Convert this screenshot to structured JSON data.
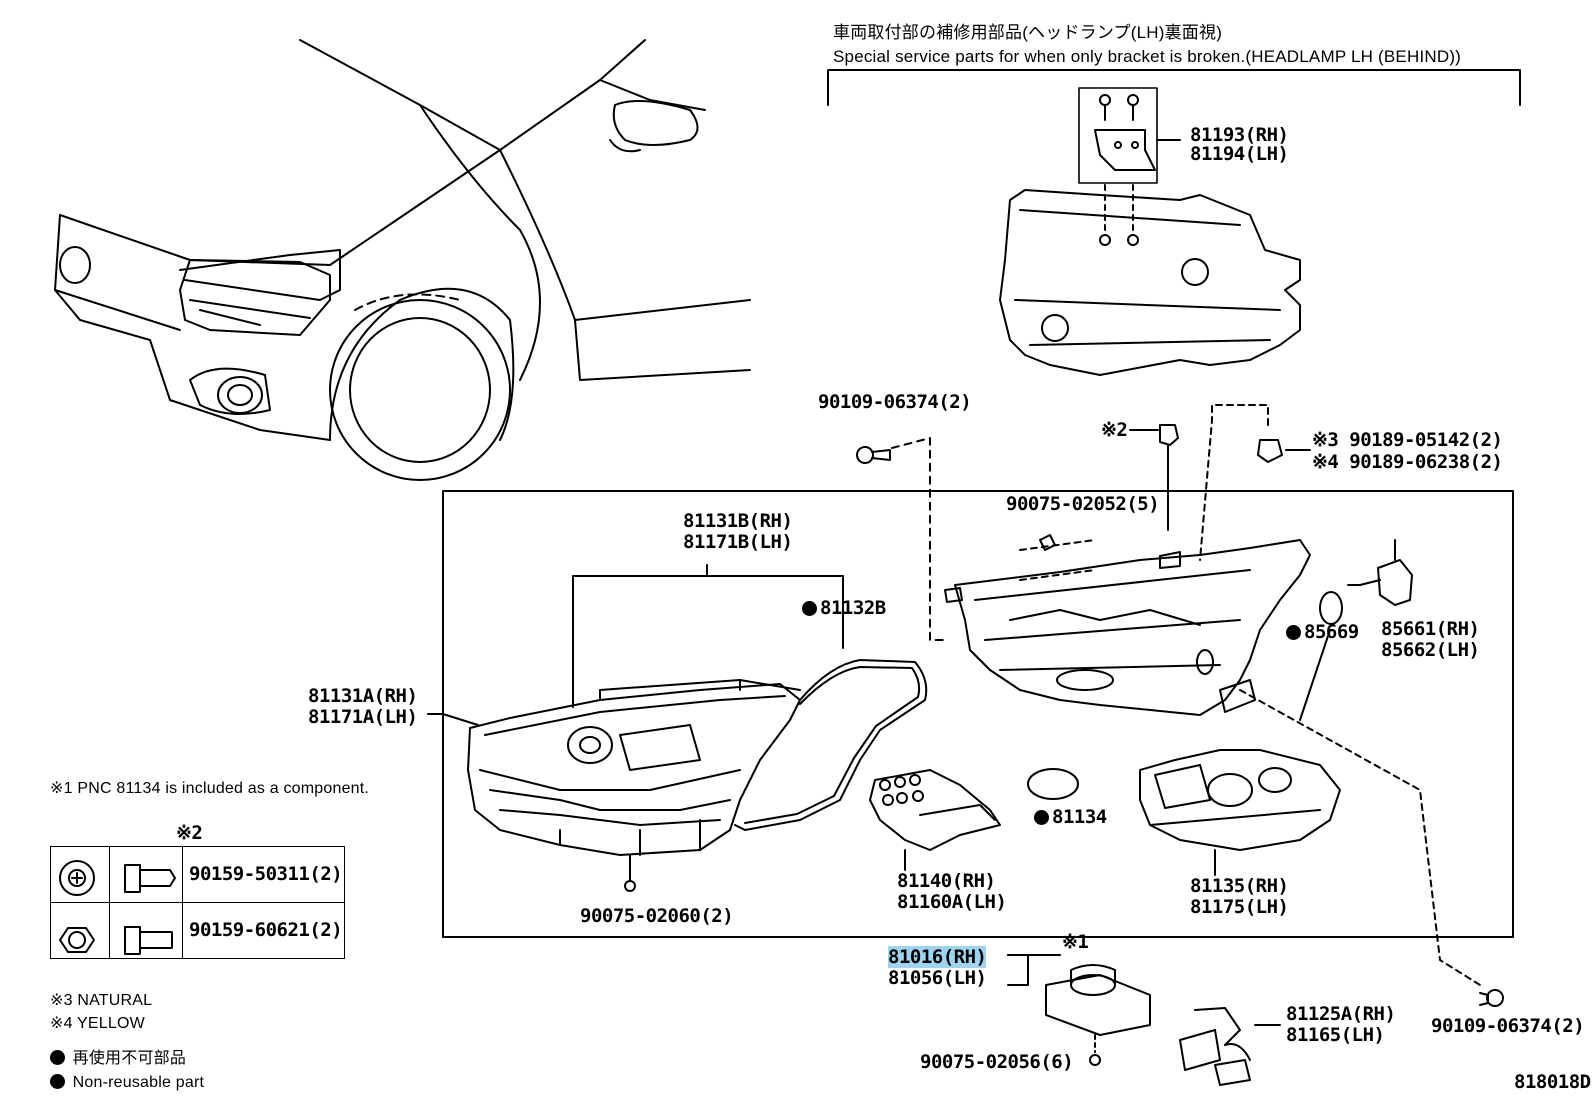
{
  "header": {
    "jp": "車両取付部の補修用部品(ヘッドランプ(LH)裏面視)",
    "en": "Special service parts for when only bracket is broken.(HEADLAMP LH (BEHIND))"
  },
  "labels": {
    "p81193": "81193(RH)",
    "p81194": "81194(LH)",
    "p90109a": "90109-06374(2)",
    "mark2": "※2",
    "p90189a": "※3 90189-05142(2)",
    "p90189b": "※4 90189-06238(2)",
    "p81131b_rh": "81131B(RH)",
    "p81171b_lh": "81171B(LH)",
    "p90075_02052": "90075-02052(5)",
    "p81132b": "81132B",
    "p85669": "85669",
    "p85661": "85661(RH)",
    "p85662": "85662(LH)",
    "p81131a_rh": "81131A(RH)",
    "p81171a_lh": "81171A(LH)",
    "note1": "※1 PNC 81134 is included as a component.",
    "p81134": "81134",
    "p81140": "81140(RH)",
    "p81160a": "81160A(LH)",
    "p81135": "81135(RH)",
    "p81175": "81175(LH)",
    "p90075_02060": "90075-02060(2)",
    "p81016": "81016(RH)",
    "p81056": "81056(LH)",
    "mark1": "※1",
    "p81125a": "81125A(RH)",
    "p81165": "81165(LH)",
    "p90109b": "90109-06374(2)",
    "p90075_02056": "90075-02056(6)",
    "diagram_id": "818018D"
  },
  "table": {
    "header": "※2",
    "rows": [
      {
        "part": "90159-50311(2)"
      },
      {
        "part": "90159-60621(2)"
      }
    ]
  },
  "legend": {
    "natural": "※3  NATURAL",
    "yellow": "※4  YELLOW",
    "nonreuse_jp": "再使用不可部品",
    "nonreuse_en": "Non-reusable part"
  },
  "highlight_color": "#9fd4f0"
}
